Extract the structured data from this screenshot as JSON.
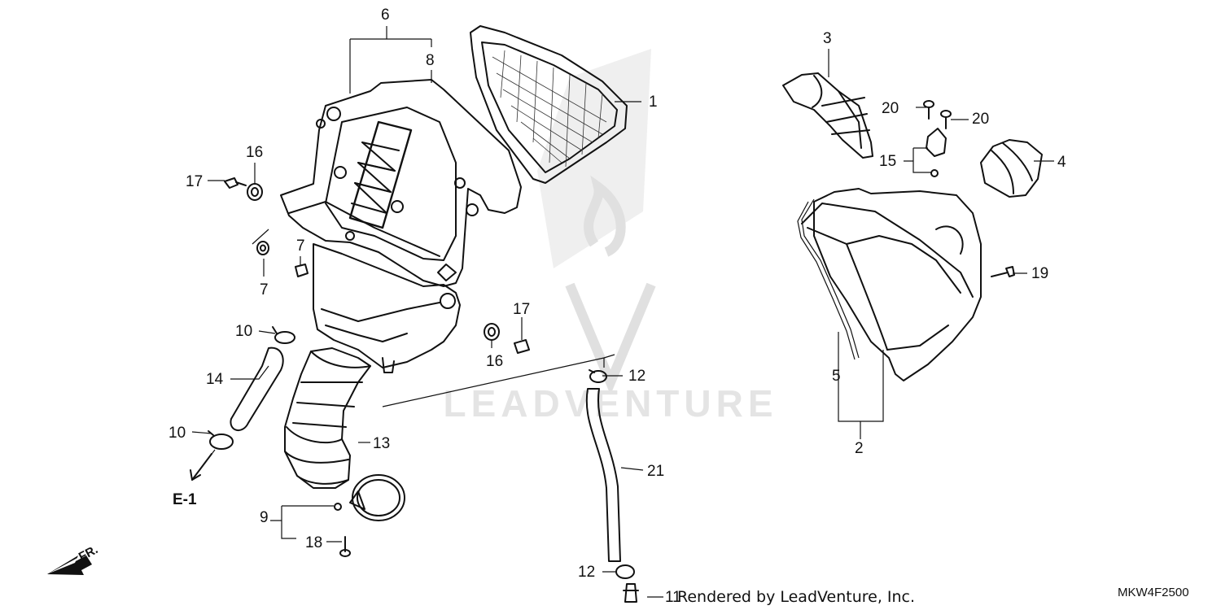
{
  "diagram": {
    "code": "MKW4F2500",
    "credit": "Rendered by LeadVenture, Inc.",
    "watermark": "LEADVENTURE",
    "ref": "E-1",
    "direction": "FR.",
    "colors": {
      "ink": "#111111",
      "watermark": "#e4e4e4",
      "background": "#ffffff"
    }
  },
  "callouts": [
    {
      "id": "c1",
      "text": "1"
    },
    {
      "id": "c2",
      "text": "2"
    },
    {
      "id": "c3",
      "text": "3"
    },
    {
      "id": "c4",
      "text": "4"
    },
    {
      "id": "c5",
      "text": "5"
    },
    {
      "id": "c6",
      "text": "6"
    },
    {
      "id": "c7a",
      "text": "7"
    },
    {
      "id": "c7b",
      "text": "7"
    },
    {
      "id": "c8",
      "text": "8"
    },
    {
      "id": "c9",
      "text": "9"
    },
    {
      "id": "c10a",
      "text": "10"
    },
    {
      "id": "c10b",
      "text": "10"
    },
    {
      "id": "c11",
      "text": "11"
    },
    {
      "id": "c12a",
      "text": "12"
    },
    {
      "id": "c12b",
      "text": "12"
    },
    {
      "id": "c13",
      "text": "13"
    },
    {
      "id": "c14",
      "text": "14"
    },
    {
      "id": "c15",
      "text": "15"
    },
    {
      "id": "c16a",
      "text": "16"
    },
    {
      "id": "c16b",
      "text": "16"
    },
    {
      "id": "c17a",
      "text": "17"
    },
    {
      "id": "c17b",
      "text": "17"
    },
    {
      "id": "c18",
      "text": "18"
    },
    {
      "id": "c19",
      "text": "19"
    },
    {
      "id": "c20a",
      "text": "20"
    },
    {
      "id": "c20b",
      "text": "20"
    },
    {
      "id": "c21",
      "text": "21"
    }
  ]
}
